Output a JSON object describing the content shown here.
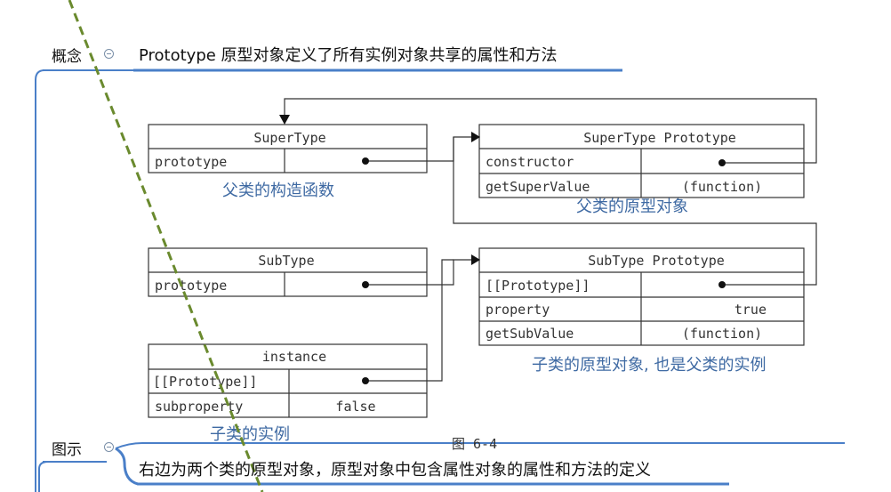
{
  "mindmap": {
    "concept": {
      "label": "概念",
      "text": "Prototype 原型对象定义了所有实例对象共享的属性和方法"
    },
    "illustration": {
      "label": "图示",
      "text": "右边为两个类的原型对象，原型对象中包含属性对象的属性和方法的定义"
    }
  },
  "diagram": {
    "supertype": {
      "header": "SuperType",
      "row1_key": "prototype",
      "caption": "父类的构造函数"
    },
    "supertype_proto": {
      "header": "SuperType Prototype",
      "row1_key": "constructor",
      "row2_key": "getSuperValue",
      "row2_val": "(function)",
      "caption": "父类的原型对象"
    },
    "subtype": {
      "header": "SubType",
      "row1_key": "prototype"
    },
    "subtype_proto": {
      "header": "SubType Prototype",
      "row1_key": "[[Prototype]]",
      "row2_key": "property",
      "row2_val": "true",
      "row3_key": "getSubValue",
      "row3_val": "(function)",
      "caption": "子类的原型对象, 也是父类的实例"
    },
    "instance": {
      "header": "instance",
      "row1_key": "[[Prototype]]",
      "row2_key": "subproperty",
      "row2_val": "false",
      "caption": "子类的实例"
    },
    "figure_caption": "图 6-4"
  },
  "colors": {
    "branch": "#4a7fc8",
    "dash": "#6a8a2e",
    "caption": "#3f6aa3"
  }
}
